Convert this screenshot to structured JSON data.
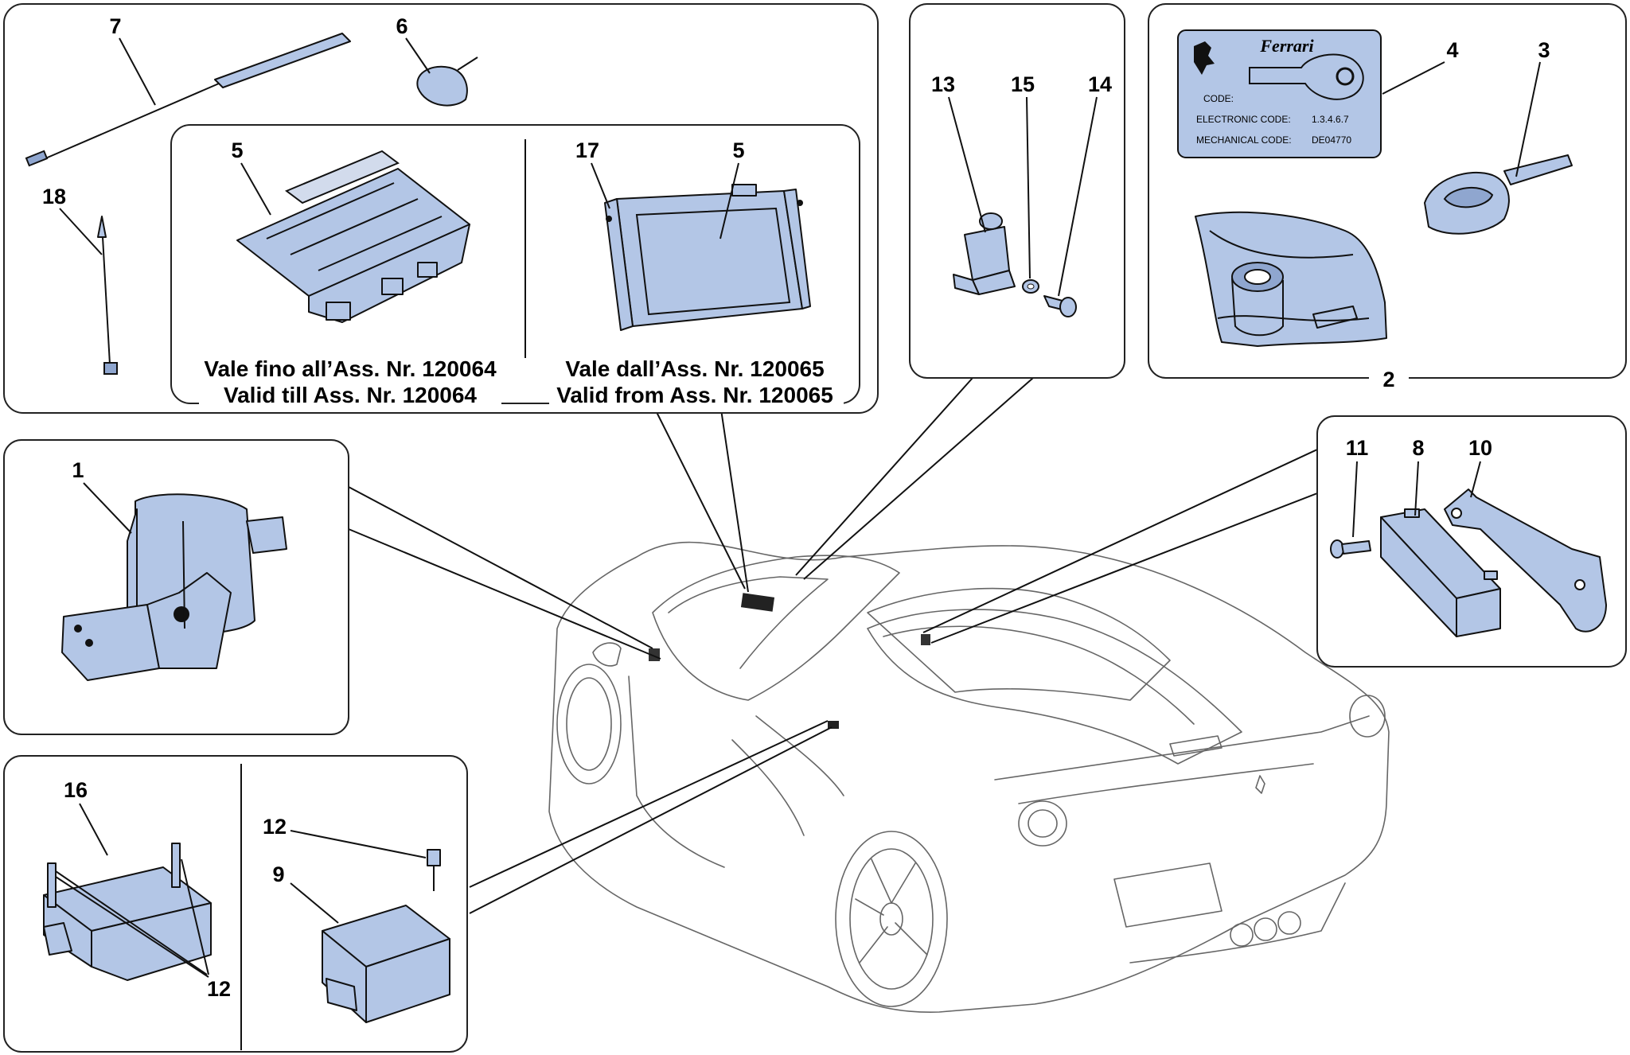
{
  "callouts": {
    "c1": "1",
    "c2": "2",
    "c3": "3",
    "c4": "4",
    "c5a": "5",
    "c5b": "5",
    "c6": "6",
    "c7": "7",
    "c8": "8",
    "c9": "9",
    "c10": "10",
    "c11": "11",
    "c12a": "12",
    "c12b": "12",
    "c13": "13",
    "c14": "14",
    "c15": "15",
    "c16": "16",
    "c17": "17",
    "c18": "18"
  },
  "validity": {
    "left_it": "Vale fino all’Ass. Nr. 120064",
    "left_en": "Valid till Ass. Nr. 120064",
    "right_it": "Vale dall’Ass. Nr. 120065",
    "right_en": "Valid from Ass. Nr. 120065"
  },
  "code_card": {
    "brand": "Ferrari",
    "code_label": "CODE:",
    "electronic_label": "ELECTRONIC CODE:",
    "electronic_value": "1.3.4.6.7",
    "mechanical_label": "MECHANICAL CODE:",
    "mechanical_value": "DE04770"
  },
  "colors": {
    "part_fill": "#b3c6e6",
    "outline": "#111111",
    "car_outline": "#666666"
  }
}
